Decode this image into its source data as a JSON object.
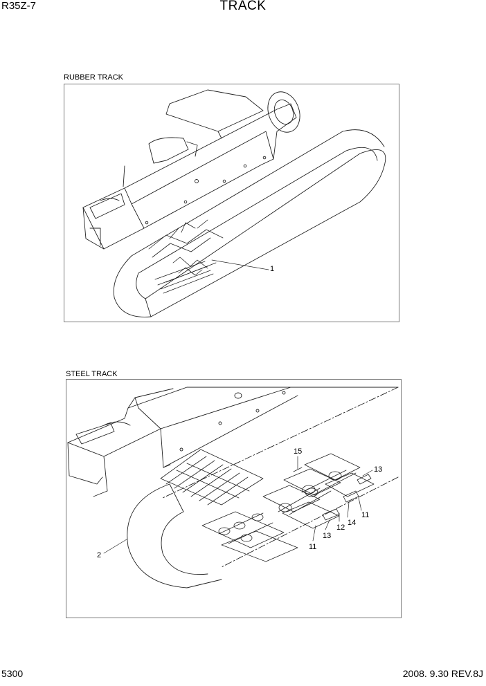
{
  "header": {
    "model": "R35Z-7",
    "title": "TRACK"
  },
  "sections": [
    {
      "label": "RUBBER TRACK",
      "callouts": [
        "1"
      ]
    },
    {
      "label": "STEEL TRACK",
      "callouts": [
        "15",
        "13",
        "14",
        "12",
        "13",
        "11",
        "11",
        "2"
      ]
    }
  ],
  "footer": {
    "page": "5300",
    "revision": "2008. 9.30  REV.8J"
  }
}
